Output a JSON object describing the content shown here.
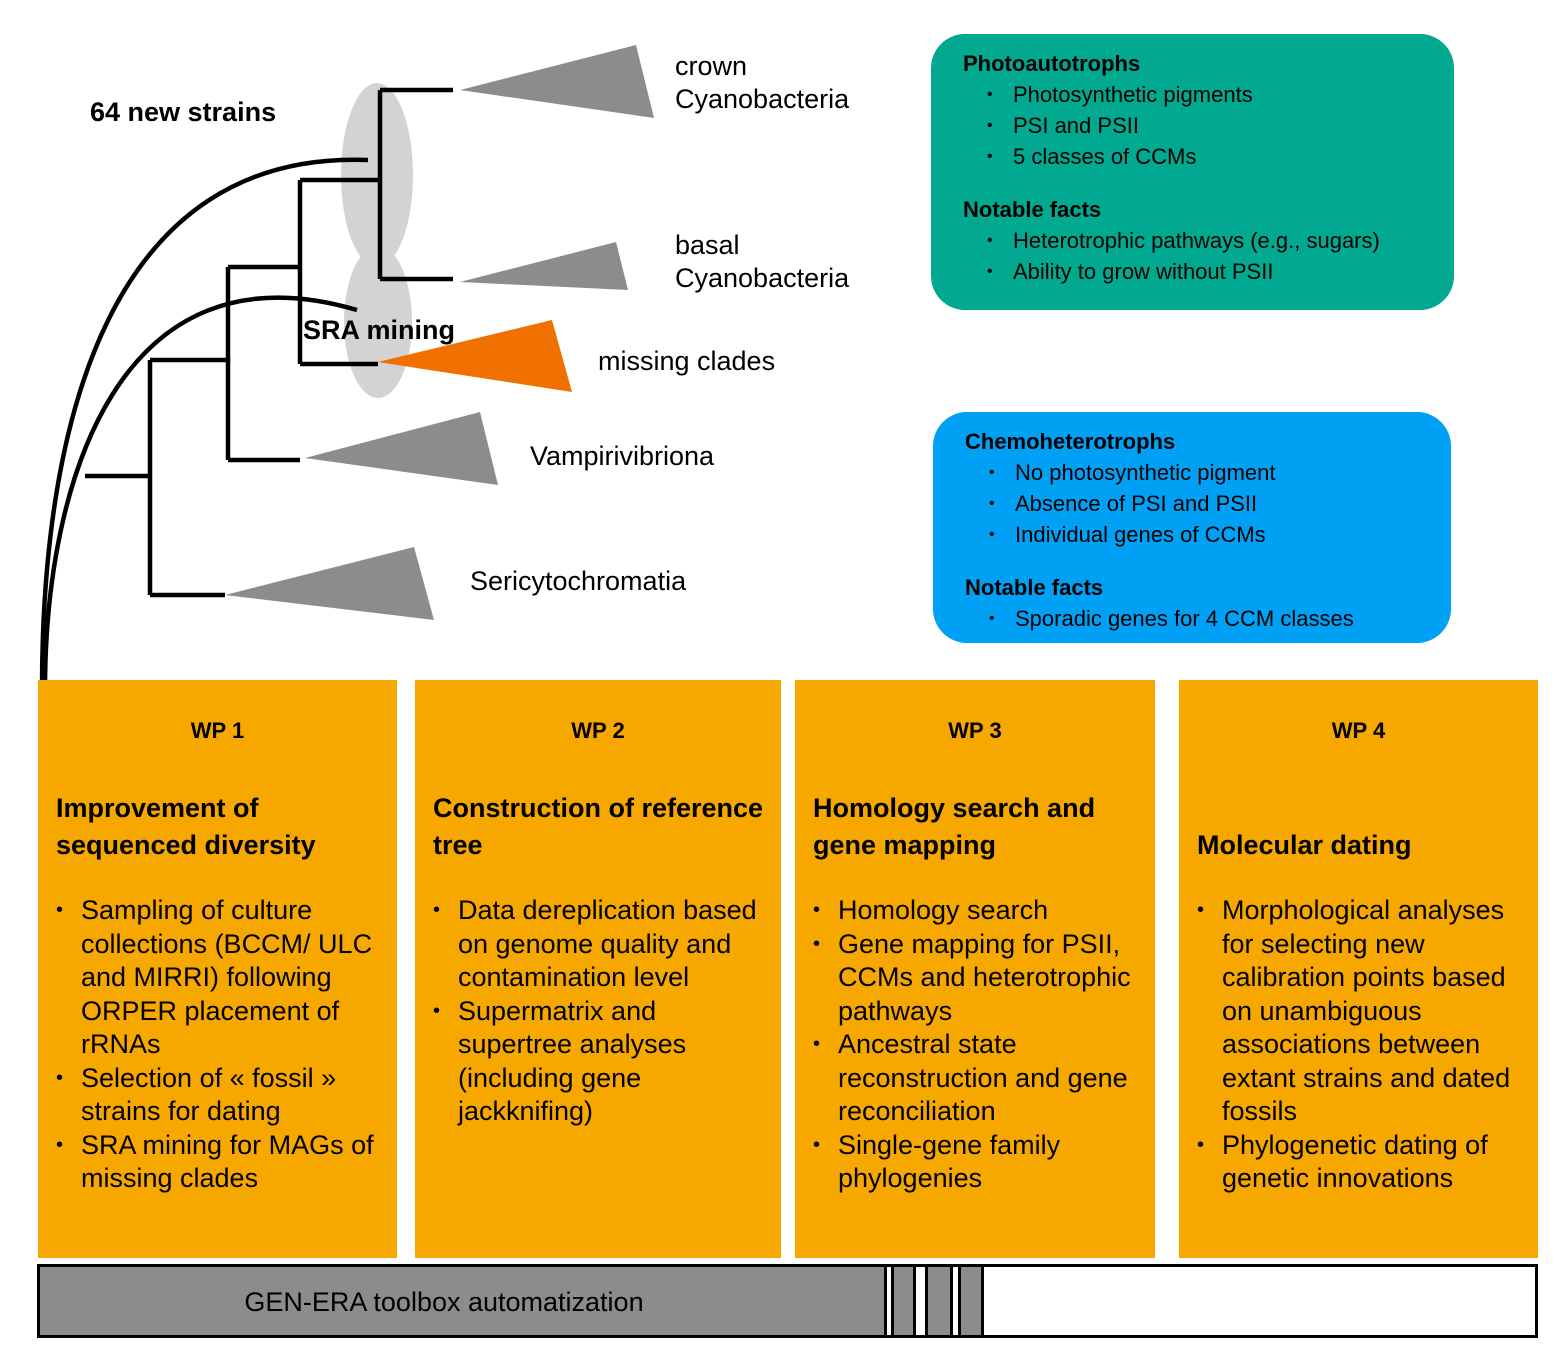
{
  "tree_labels": {
    "new_strains": "64 new strains",
    "sra_mining": "SRA mining",
    "crown": "crown\nCyanobacteria",
    "basal": "basal\nCyanobacteria",
    "missing": "missing clades",
    "vampiri": "Vampirivibriona",
    "serico": "Sericytochromatia"
  },
  "photo_box": {
    "color": "#00a98f",
    "heading1": "Photoautotrophs",
    "items1": [
      "Photosynthetic pigments",
      "PSI and PSII",
      "5 classes of CCMs"
    ],
    "heading2": "Notable facts",
    "items2": [
      "Heterotrophic pathways (e.g., sugars)",
      "Ability to grow without PSII"
    ]
  },
  "chemo_box": {
    "color": "#00a0f5",
    "heading1": "Chemoheterotrophs",
    "items1": [
      "No photosynthetic pigment",
      "Absence of PSI and PSII",
      "Individual genes of CCMs"
    ],
    "heading2": "Notable facts",
    "items2": [
      "Sporadic genes for 4 CCM classes"
    ]
  },
  "colors": {
    "work_package": "#f7a800",
    "missing_clade": "#f07000",
    "clade_gray": "#8c8c8c",
    "ellipse_gray": "#d3d3d3"
  },
  "work_packages": [
    {
      "id": "WP 1",
      "title": "Improvement of sequenced diversity",
      "bullets": [
        "Sampling of culture collections (BCCM/ ULC and MIRRI) following ORPER placement of rRNAs",
        "Selection of « fossil » strains for dating",
        "SRA mining for MAGs of missing clades"
      ]
    },
    {
      "id": "WP 2",
      "title": "Construction of reference tree",
      "bullets": [
        "Data dereplication based on genome quality and contamination level",
        "Supermatrix and supertree analyses (including gene jackknifing)"
      ]
    },
    {
      "id": "WP 3",
      "title": "Homology search and gene mapping",
      "bullets": [
        "Homology search",
        "Gene mapping for PSII, CCMs and heterotrophic pathways",
        "Ancestral state reconstruction and gene reconciliation",
        "Single-gene family phylogenies"
      ]
    },
    {
      "id": "WP 4",
      "title": "Molecular dating",
      "bullets": [
        "Morphological analyses for selecting new calibration points based on unambiguous associations between extant strains and dated fossils",
        "Phylogenetic dating of genetic innovations"
      ]
    }
  ],
  "toolbox": {
    "label": "GEN-ERA toolbox automatization"
  }
}
